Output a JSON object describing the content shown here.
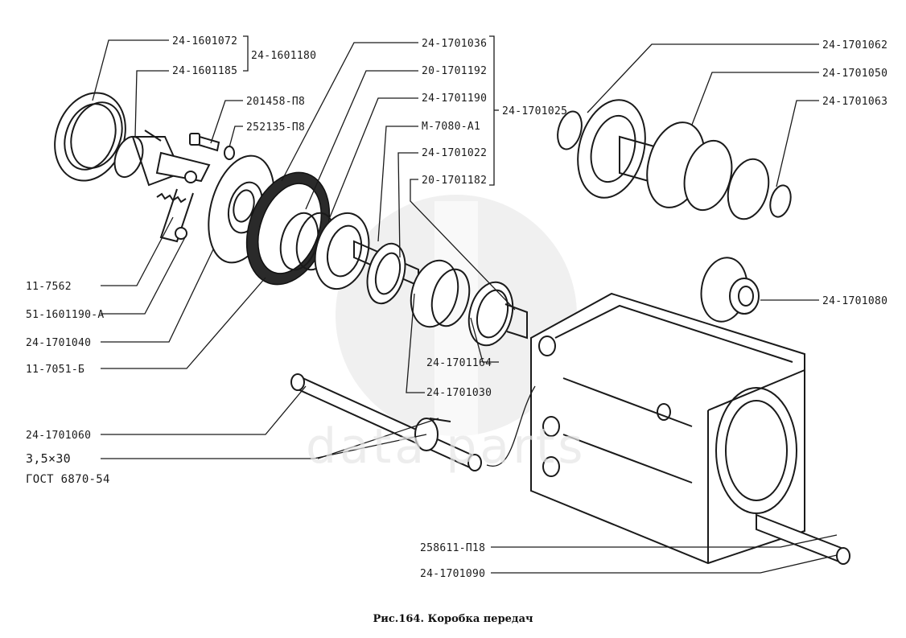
{
  "figure": {
    "caption": "Рис.164. Коробка передач",
    "watermark": "data parts"
  },
  "labels": {
    "p24_1601072": "24-1601072",
    "p24_1601185": "24-1601185",
    "group_24_1601180": "24-1601180",
    "p201458_p8": "201458-П8",
    "p252135_p8": "252135-П8",
    "p24_1701036": "24-1701036",
    "p20_1701192": "20-1701192",
    "p24_1701190": "24-1701190",
    "pM_7080_A1": "М-7080-А1",
    "p24_1701022": "24-1701022",
    "p20_1701182": "20-1701182",
    "group_24_1701025": "24-1701025",
    "p24_1701062": "24-1701062",
    "p24_1701050": "24-1701050",
    "p24_1701063": "24-1701063",
    "p24_1701080": "24-1701080",
    "p11_7562": "11-7562",
    "p51_1601190_A": "51-1601190-А",
    "p24_1701040": "24-1701040",
    "p11_7051_B": "11-7051-Б",
    "p24_1701164": "24-1701164",
    "p24_1701030": "24-1701030",
    "p24_1701060": "24-1701060",
    "pin_size": "3,5×30",
    "pin_standard": "ГОСТ 6870-54",
    "p258611_p18": "258611-П18",
    "p24_1701090": "24-1701090"
  }
}
